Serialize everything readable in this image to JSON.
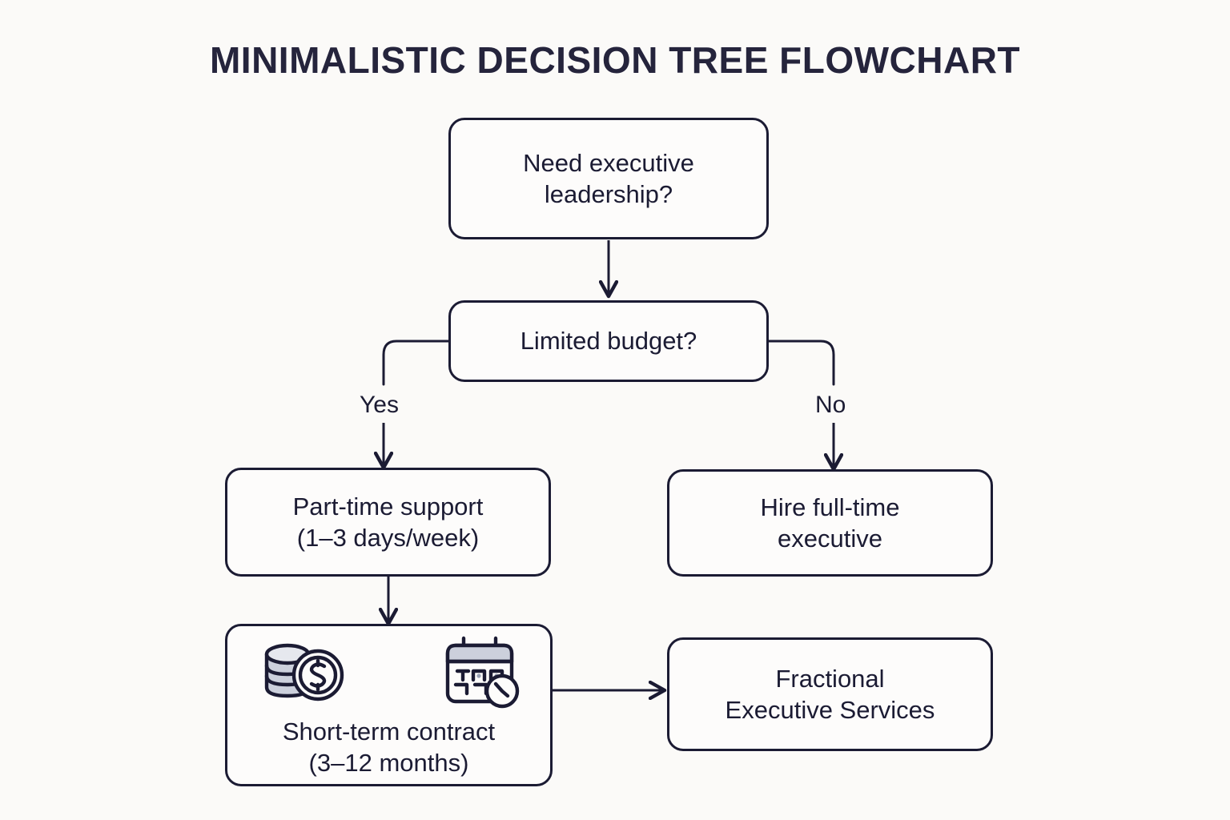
{
  "title": "MINIMALISTIC DECISION TREE FLOWCHART",
  "colors": {
    "background": "#fbfaf8",
    "node_fill": "#fdfcfb",
    "stroke": "#1b1b33",
    "title": "#25243c",
    "icon_fill": "#ccd0dc"
  },
  "nodes": {
    "root": {
      "line1": "Need executive",
      "line2": "leadership?"
    },
    "decision": {
      "line1": "Limited budget?"
    },
    "part_time": {
      "line1": "Part-time support",
      "line2": "(1–3 days/week)"
    },
    "full_time": {
      "line1": "Hire full-time",
      "line2": "executive"
    },
    "contract": {
      "line1": "Short-term contract",
      "line2": "(3–12 months)"
    },
    "outcome": {
      "line1": "Fractional",
      "line2": "Executive Services"
    }
  },
  "edge_labels": {
    "yes": "Yes",
    "no": "No"
  },
  "icons": {
    "coins": "coins-dollar-icon",
    "calendar": "calendar-clock-icon"
  }
}
